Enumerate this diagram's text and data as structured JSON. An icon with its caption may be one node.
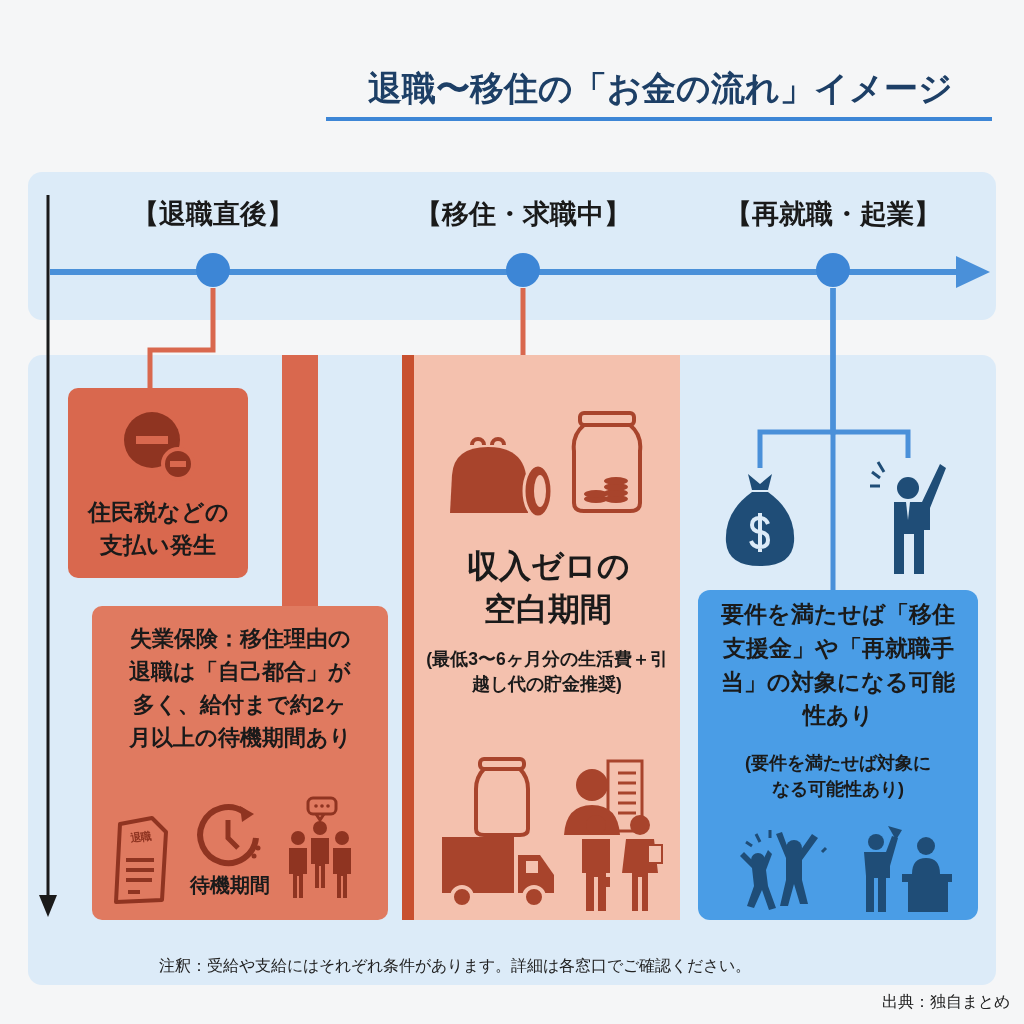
{
  "diagram": {
    "title": "退職〜移住の「お金の流れ」イメージ",
    "nodes": [
      {
        "text": [
          "【退職直後】"
        ]
      },
      {
        "text": [
          "【移住・求職中】"
        ]
      },
      {
        "text": [
          "【再就職・起業】"
        ]
      },
      {
        "text": [
          "住民税などの支払い発生"
        ]
      },
      {
        "text": [
          "失業保険：移住理由の退職は「自己都合」が多く、給付まで約2ヶ月以上の待機期間あり",
          "待機期間"
        ]
      },
      {
        "text": [
          "収入ゼロの空白期間",
          "(最低3〜6ヶ月分の生活費＋引越し代の貯金推奨)"
        ]
      },
      {
        "text": [],
        "shape": "picture"
      },
      {
        "text": [],
        "shape": "picture"
      },
      {
        "text": [
          "要件を満たせば「移住支援金」や「再就職手当」の対象になる可能性あり",
          "(要件を満たせば対象になる可能性あり)"
        ]
      }
    ],
    "edges": [
      {
        "from": 0,
        "to": 3,
        "arrow": "none",
        "color": "#d9684e"
      },
      {
        "from": 1,
        "to": 5,
        "arrow": "none",
        "color": "#d9684e"
      },
      {
        "from": 2,
        "to": 8,
        "arrow": "none"
      },
      {
        "from": 2,
        "to": 6,
        "arrow": "none"
      },
      {
        "from": 2,
        "to": 7,
        "arrow": "none"
      }
    ],
    "labels": [
      "退職",
      "注釈：受給や支給にはそれぞれ条件があります。詳細は各窓口でご確認ください。",
      "出典：独自まとめ"
    ]
  }
}
